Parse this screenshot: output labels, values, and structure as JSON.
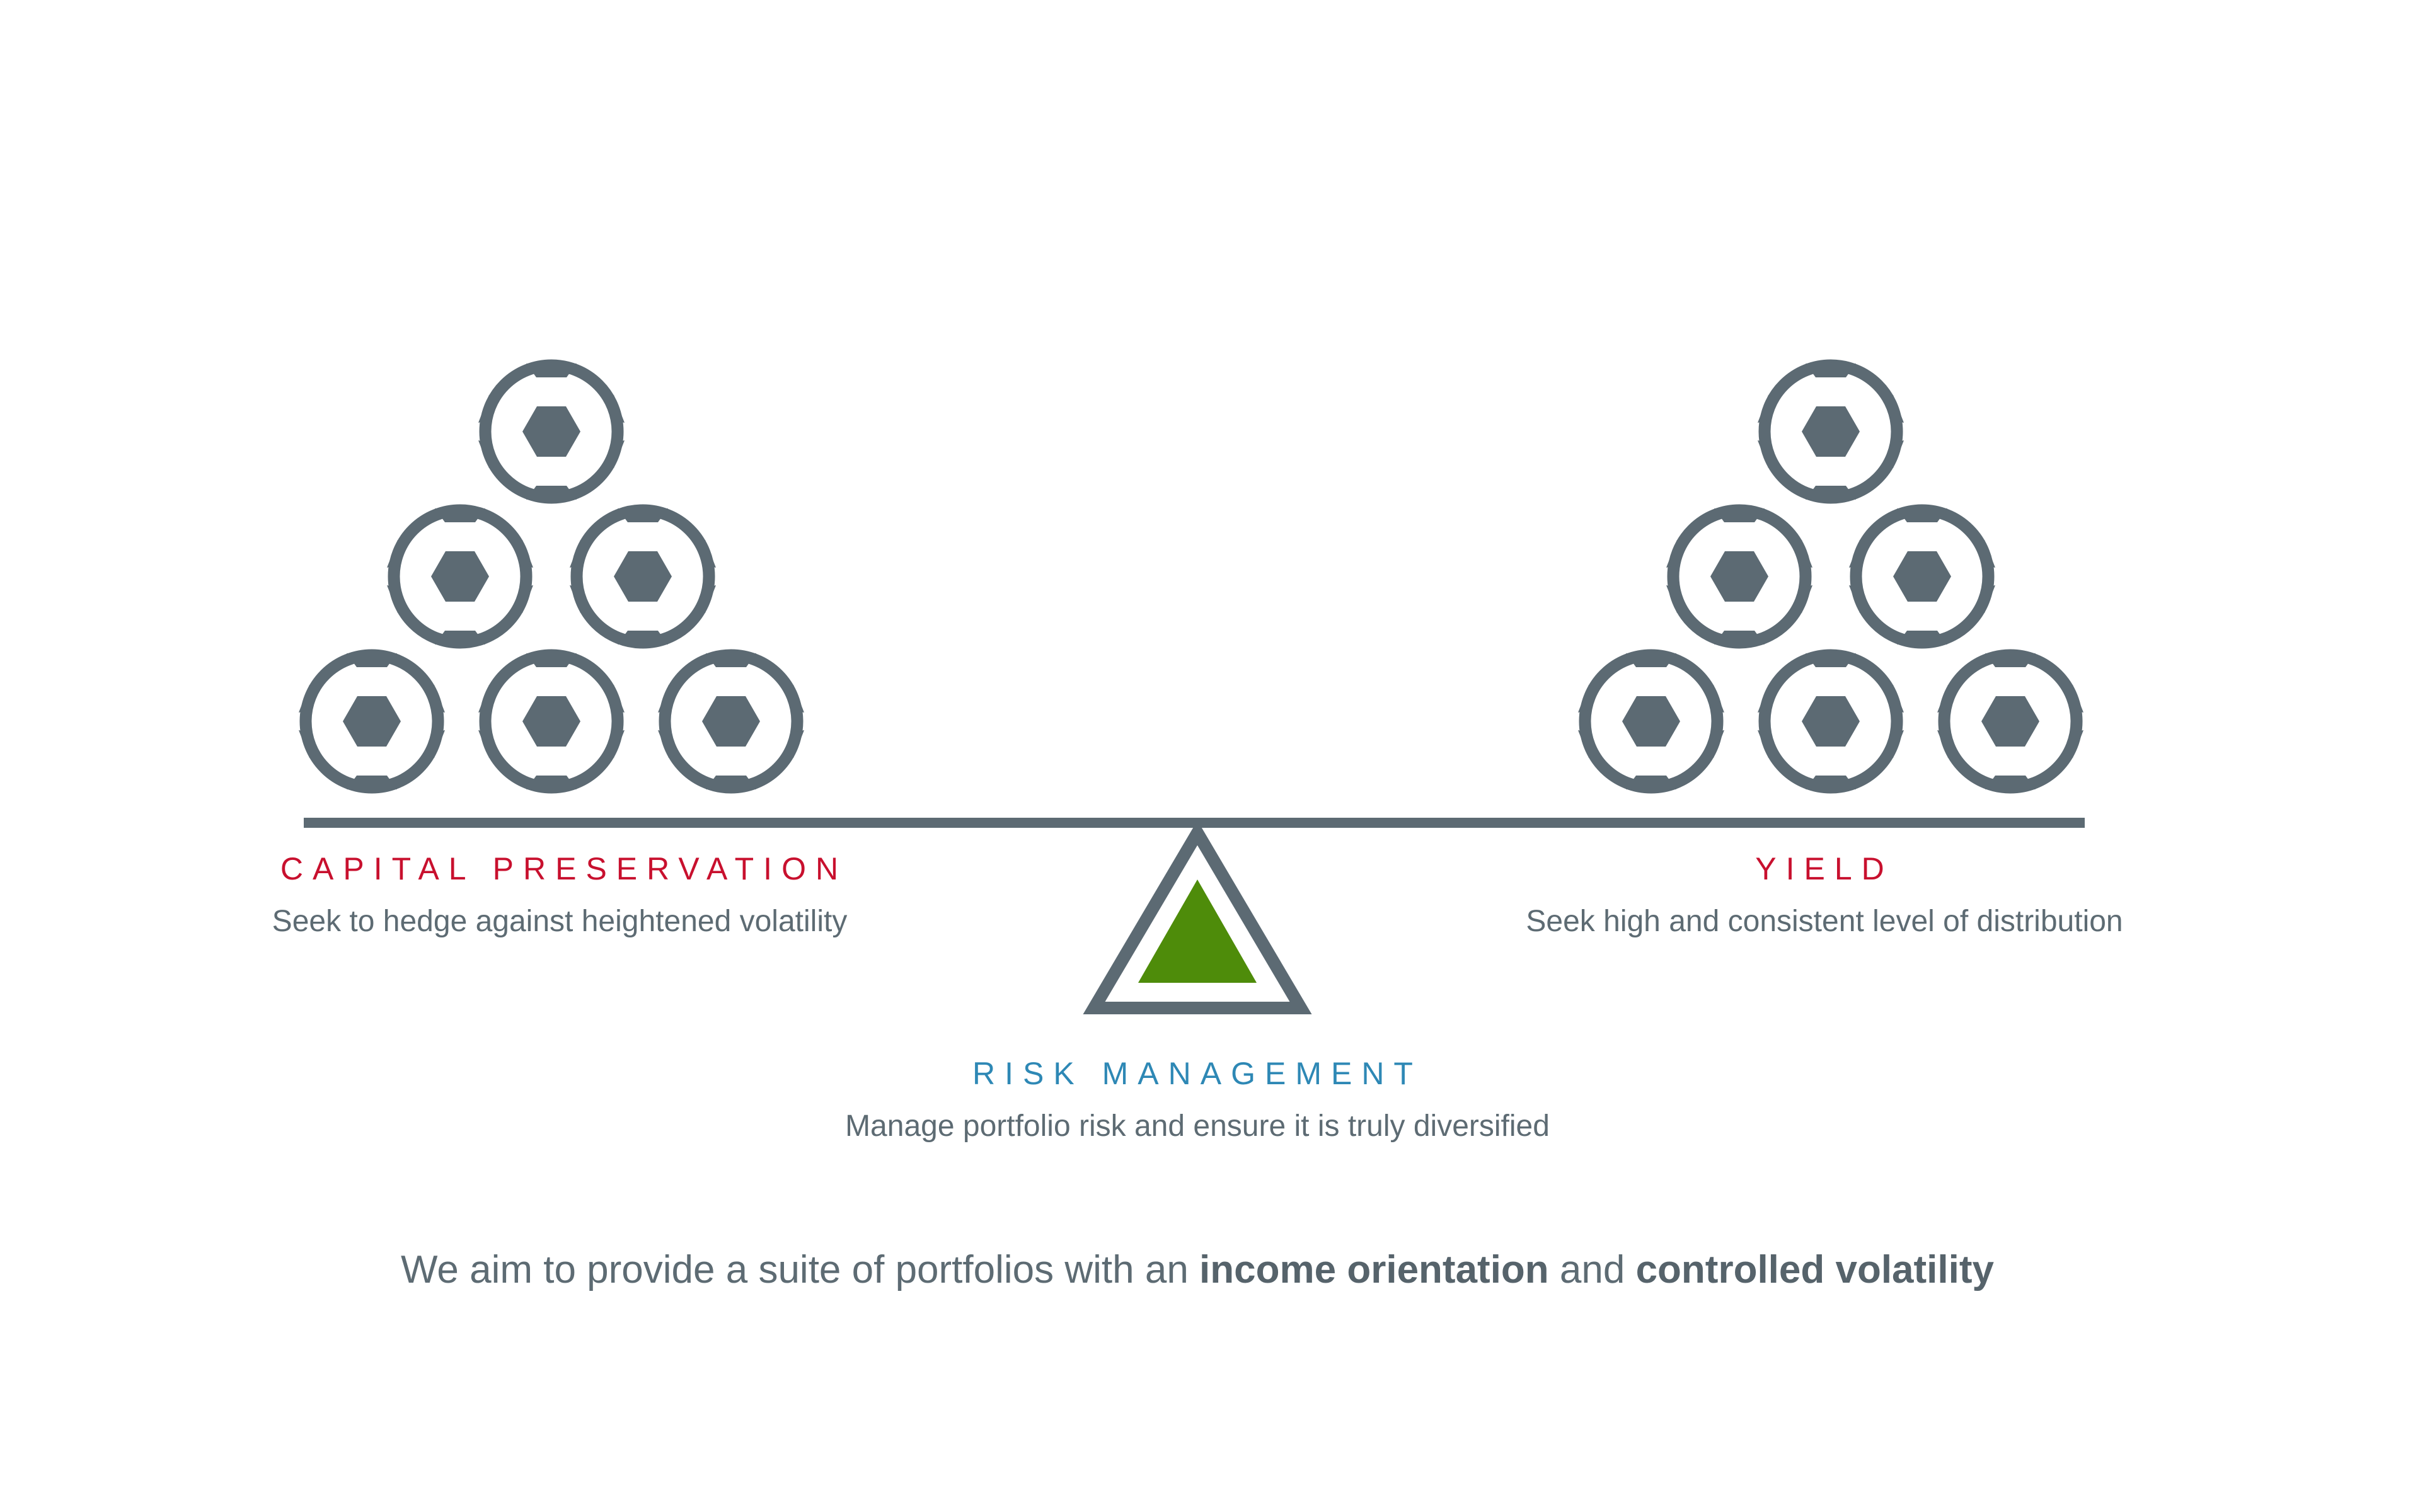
{
  "colors": {
    "ink": "#5c6a73",
    "red": "#c8102e",
    "blue": "#2e88b5",
    "green": "#4e8c0a",
    "background": "#ffffff"
  },
  "icons": {
    "ball": "soccer-ball-icon",
    "fulcrum": "triangle-fulcrum-icon"
  },
  "left": {
    "title": "CAPITAL PRESERVATION",
    "description": "Seek to hedge against heightened volatility",
    "ball_count": 6
  },
  "right": {
    "title": "YIELD",
    "description": "Seek high and consistent level of distribution",
    "ball_count": 6
  },
  "center": {
    "title": "RISK MANAGEMENT",
    "description": "Manage portfolio risk and ensure it is truly diversified"
  },
  "tagline": {
    "prefix": "We aim to provide a suite of portfolios with an ",
    "bold1": "income orientation",
    "middle": " and ",
    "bold2": "controlled volatility"
  }
}
